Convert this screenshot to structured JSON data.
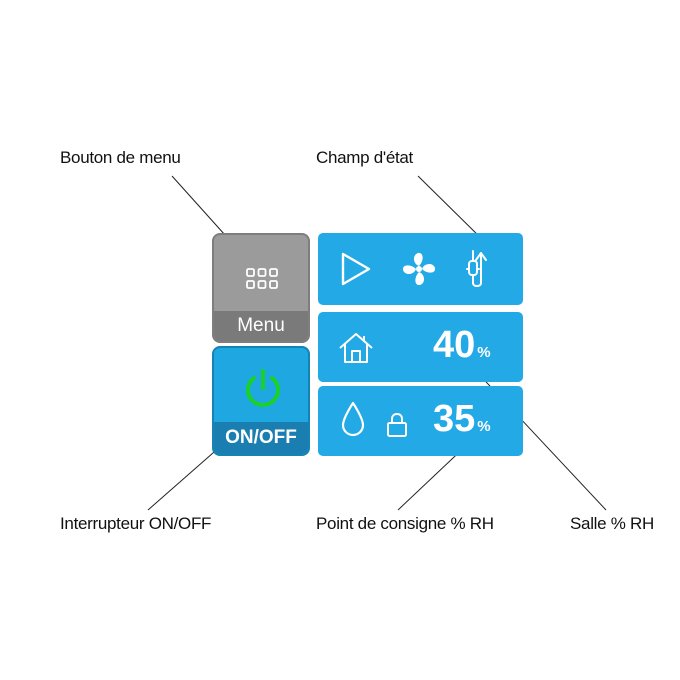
{
  "callouts": {
    "menu_button": "Bouton de menu",
    "status_field": "Champ d'état",
    "onoff_switch": "Interrupteur ON/OFF",
    "setpoint_rh": "Point de consigne % RH",
    "room_rh": "Salle % RH"
  },
  "buttons": {
    "menu_label": "Menu",
    "onoff_label": "ON/OFF"
  },
  "status": {
    "icons": [
      "play-icon",
      "fan-icon",
      "humidity-valve-icon"
    ]
  },
  "room": {
    "icon": "house-icon",
    "value": "40",
    "unit": "%"
  },
  "setpoint": {
    "icons": [
      "water-drop-icon",
      "lock-icon"
    ],
    "value": "35",
    "unit": "%"
  },
  "colors": {
    "panel_blue": "#22a9e6",
    "menu_grey": "#9b9b9b",
    "power_green": "#19d12a"
  }
}
